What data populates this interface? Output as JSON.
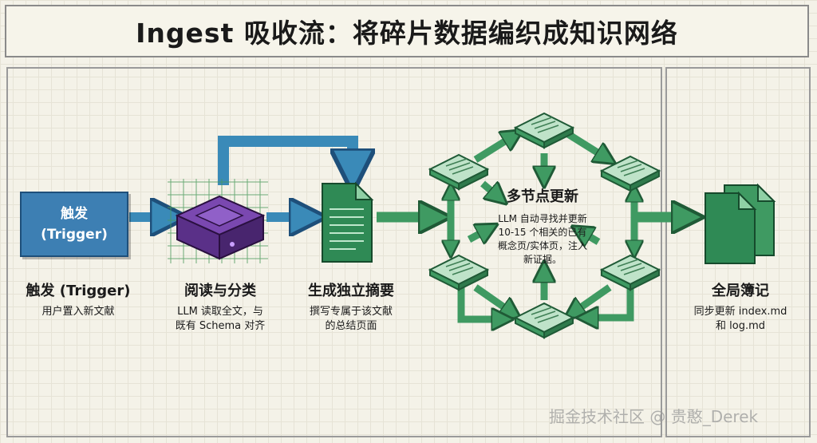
{
  "title": "Ingest 吸收流：将碎片数据编织成知识网络",
  "trigger": {
    "box_line1": "触发",
    "box_line2": "(Trigger)",
    "title": "触发 (Trigger)",
    "desc": "用户置入新文献"
  },
  "read": {
    "title": "阅读与分类",
    "desc_line1": "LLM 读取全文，与",
    "desc_line2": "既有 Schema 对齐"
  },
  "summary": {
    "title": "生成独立摘要",
    "desc_line1": "撰写专属于该文献",
    "desc_line2": "的总结页面"
  },
  "multi": {
    "title": "多节点更新",
    "desc_line1": "LLM 自动寻找并更新",
    "desc_line2": "10-15 个相关的已有",
    "desc_line3": "概念页/实体页，注入",
    "desc_line4": "新证据。"
  },
  "global": {
    "title": "全局簿记",
    "desc_line1": "同步更新 index.md",
    "desc_line2": "和 log.md"
  },
  "watermark": "掘金技术社区 @ 贵憨_Derek",
  "colors": {
    "trigger_blue": "#3d7fb3",
    "arrow_blue": "#3a8ab8",
    "processor_purple": "#6a3c9a",
    "doc_green": "#2f8a55",
    "node_green": "#3f9a62"
  }
}
